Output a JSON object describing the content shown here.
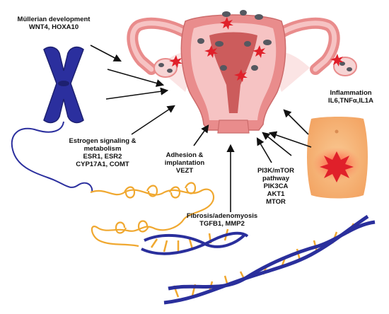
{
  "labels": {
    "mullerian": {
      "line1": "Müllerian development",
      "line2": "WNT4, HOXA10"
    },
    "estrogen": {
      "line1": "Estrogen signaling &",
      "line2": "metabolism",
      "line3": "ESR1, ESR2",
      "line4": "CYP17A1, COMT"
    },
    "adhesion": {
      "line1": "Adhesion &",
      "line2": "implantation",
      "line3": "VEZT"
    },
    "fibrosis": {
      "line1": "Fibrosis/adenomyosis",
      "line2": "TGFB1, MMP2"
    },
    "pi3k": {
      "line1": "PI3K/mTOR",
      "line2": "pathway",
      "line3": "PIK3CA",
      "line4": "AKT1",
      "line5": "MTOR"
    },
    "inflammation": {
      "line1": "Inflammation",
      "line2": "IL6,TNFα,IL1A"
    }
  },
  "icons": [
    "chromosome-icon",
    "uterus-icon",
    "abdomen-pain-icon",
    "dna-helix-icon"
  ],
  "colors": {
    "chromosome": "#2b2f9e",
    "dna_strand": "#f0a830",
    "uterus_outer": "#e98c8c",
    "uterus_inner": "#f6c3c3",
    "uterus_cavity": "#cc5c5c",
    "lesion": "#555860",
    "pain_red": "#e0202a",
    "abdomen": "#f7b97c",
    "helix_blue": "#2a2f9c",
    "arrow": "#111111"
  }
}
